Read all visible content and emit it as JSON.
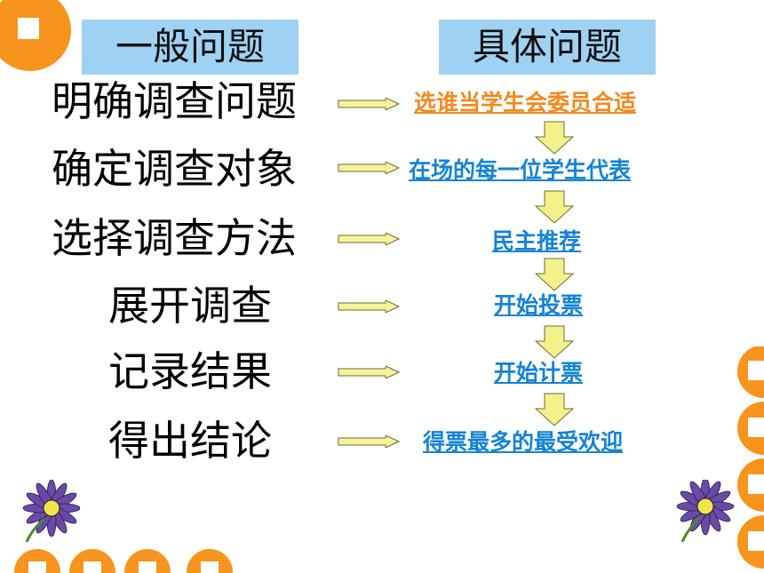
{
  "headers": {
    "general": "一般问题",
    "specific": "具体问题"
  },
  "steps": [
    {
      "general": "明确调查问题",
      "specific": "选谁当学生会委员合适"
    },
    {
      "general": "确定调查对象",
      "specific": "在场的每一位学生代表"
    },
    {
      "general": "选择调查方法",
      "specific": "民主推荐"
    },
    {
      "general": "展开调查",
      "specific": "开始投票"
    },
    {
      "general": "记录结果",
      "specific": "开始计票"
    },
    {
      "general": "得出结论",
      "specific": "得票最多的最受欢迎"
    }
  ],
  "colors": {
    "header_bg": "#9fd2f2",
    "first_link": "#f28a1e",
    "link": "#1583d6",
    "orange_deco": "#f7941d",
    "arrow_fill": "#f7f39a",
    "down_arrow_fill": "#f4f08a"
  },
  "icons": {
    "right_arrow": "right-arrow-icon",
    "down_arrow": "down-arrow-icon",
    "flower": "daisy-flower-icon"
  }
}
